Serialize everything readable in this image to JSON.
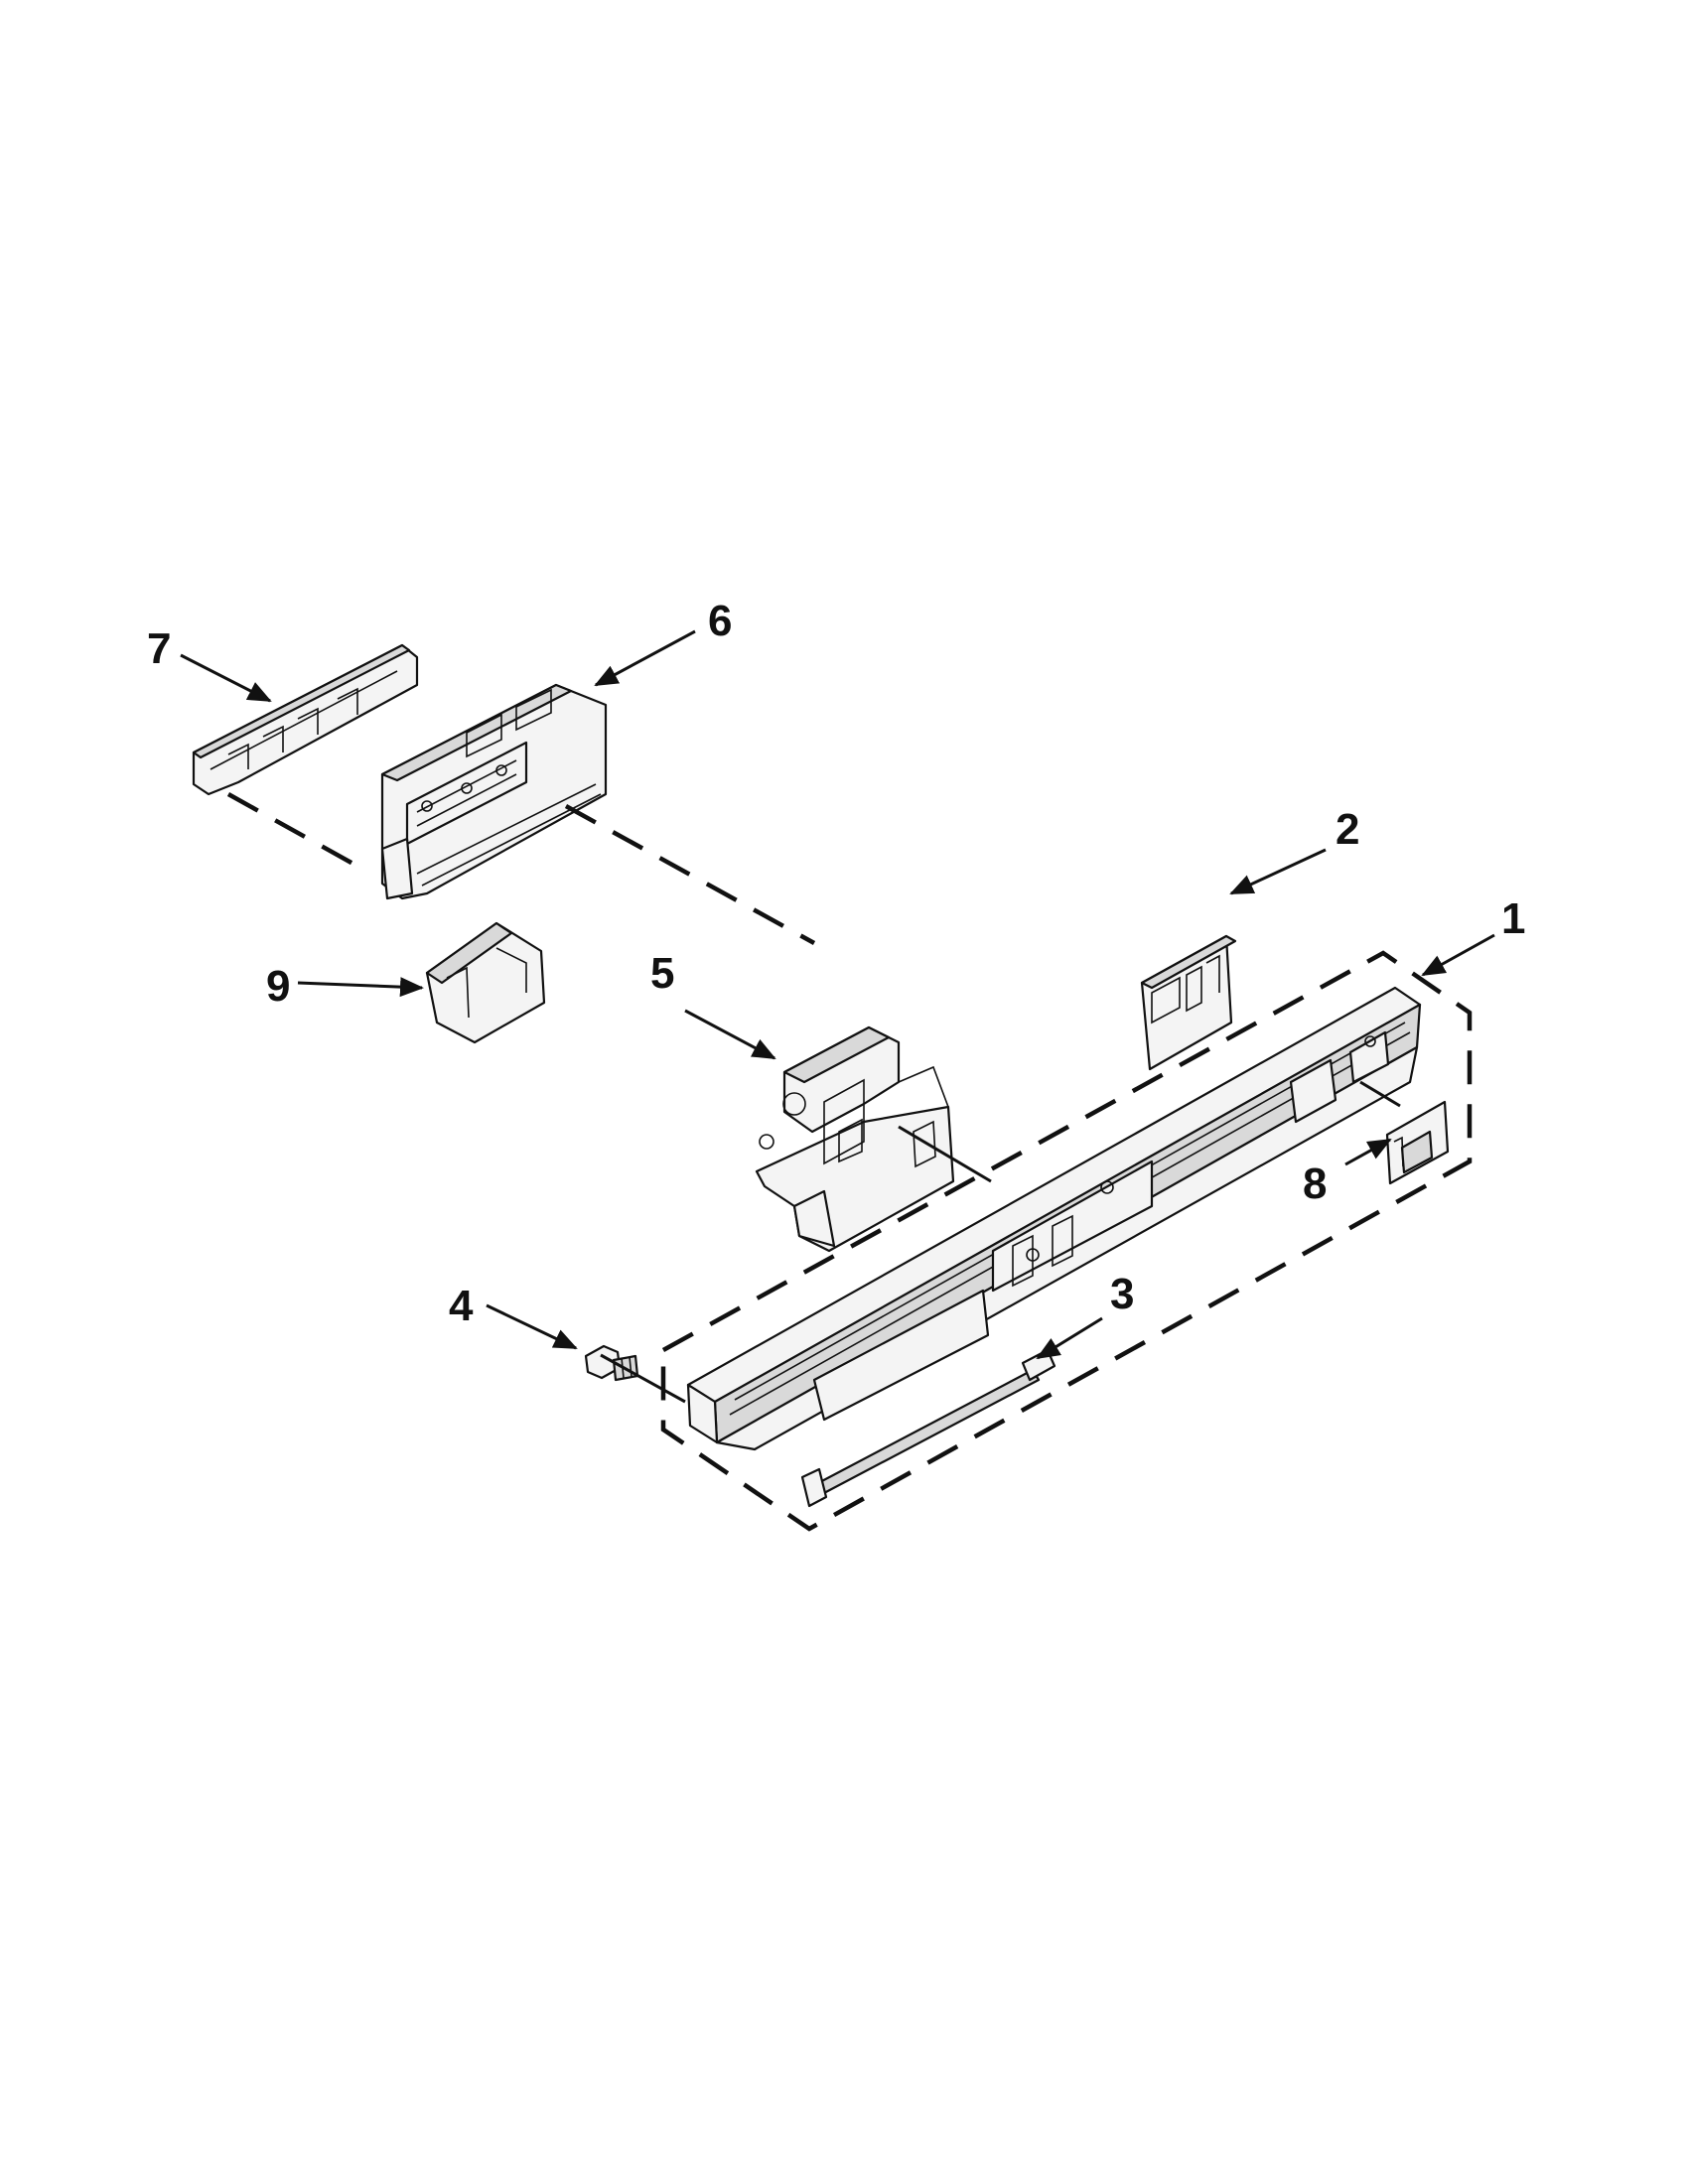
{
  "callouts": {
    "c1": "1",
    "c2": "2",
    "c3": "3",
    "c4": "4",
    "c5": "5",
    "c6": "6",
    "c7": "7",
    "c8": "8",
    "c9": "9"
  },
  "colors": {
    "line": "#111111",
    "background": "#ffffff",
    "part_fill": "#f4f4f4",
    "part_shade": "#d9d9d9"
  }
}
